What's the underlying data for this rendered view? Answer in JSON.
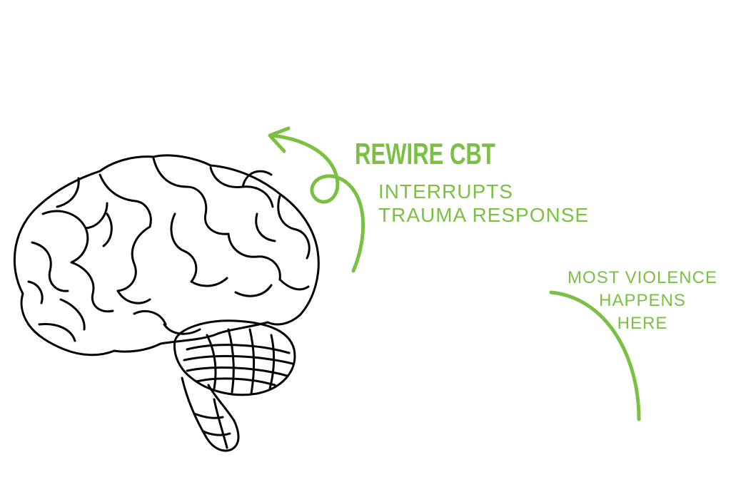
{
  "colors": {
    "accent": "#7ac143",
    "ink": "#000000",
    "background": "#ffffff"
  },
  "icons": {
    "brain": "brain-side-view-icon",
    "arrow": "curved-loop-arrow-icon",
    "curve": "curved-line-icon"
  },
  "title": "REWIRE CBT",
  "subtitle": {
    "line1": "INTERRUPTS",
    "line2": "TRAUMA RESPONSE"
  },
  "note": {
    "line1": "MOST VIOLENCE",
    "line2": "HAPPENS",
    "line3": "HERE"
  }
}
